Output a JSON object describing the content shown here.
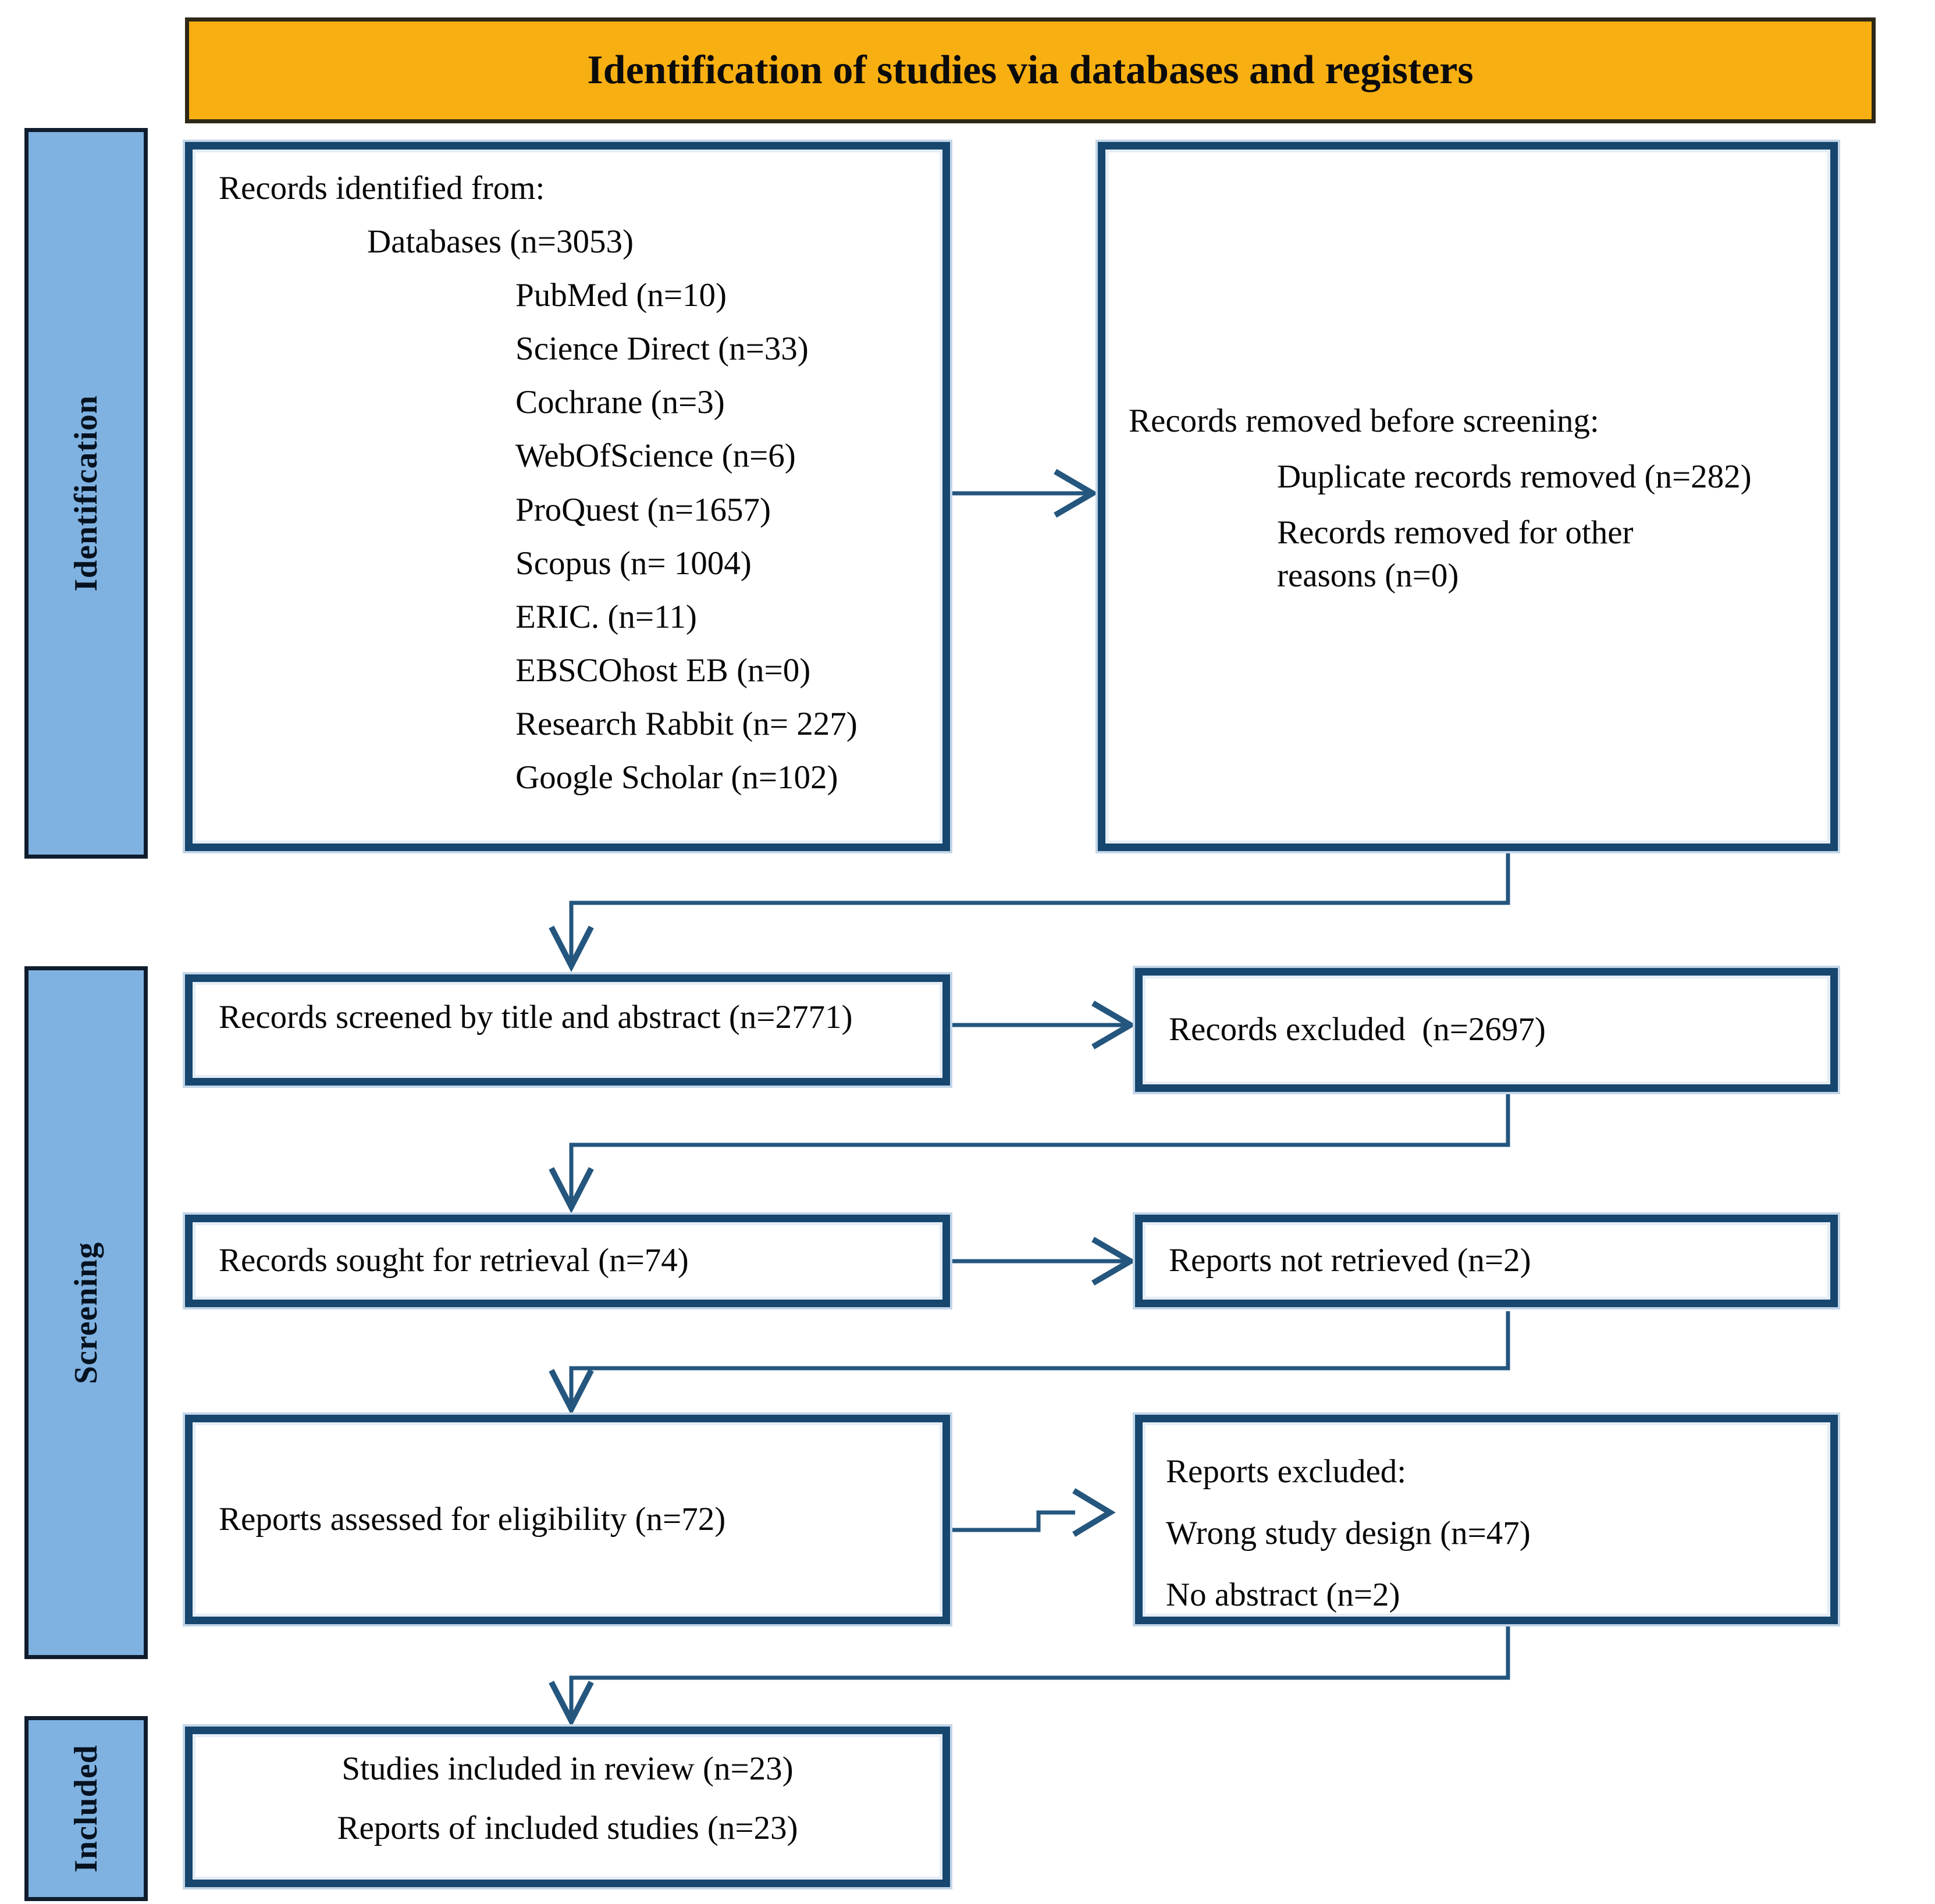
{
  "title": "Identification of studies via databases and registers",
  "sidebar": {
    "identification": "Identification",
    "screening": "Screening",
    "included": "Included"
  },
  "boxes": {
    "identified": {
      "heading": "Records identified from:",
      "group": "Databases (n=3053)",
      "items": [
        "PubMed (n=10)",
        "Science Direct (n=33)",
        "Cochrane (n=3)",
        "WebOfScience (n=6)",
        "ProQuest (n=1657)",
        "Scopus (n= 1004)",
        "ERIC. (n=11)",
        "EBSCOhost EB (n=0)",
        "Research Rabbit (n= 227)",
        "Google Scholar (n=102)"
      ]
    },
    "removed": {
      "heading": "Records removed before screening:",
      "items": [
        "Duplicate records removed (n=282)",
        "Records removed for other reasons (n=0)"
      ]
    },
    "screened": {
      "text": "Records screened by title and abstract (n=2771)"
    },
    "excluded": {
      "text": "Records excluded  (n=2697)"
    },
    "sought": {
      "text": "Records sought for retrieval (n=74)"
    },
    "not_retrieved": {
      "text": "Reports not retrieved (n=2)"
    },
    "assessed": {
      "text": "Reports assessed for eligibility (n=72)"
    },
    "reports_excluded": {
      "heading": "Reports excluded:",
      "items": [
        "Wrong study design (n=47)",
        "No abstract (n=2)"
      ]
    },
    "included_final": {
      "lines": [
        "Studies included in review (n=23)",
        "Reports of included studies (n=23)"
      ]
    }
  },
  "colors": {
    "banner_fill": "#F8AF12",
    "sidebar_fill": "#7FB2E1",
    "box_border": "#17466E",
    "arrow": "#24567E",
    "text": "#070707"
  }
}
